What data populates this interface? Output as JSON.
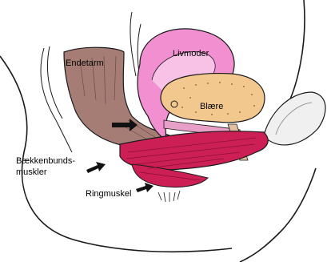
{
  "diagram": {
    "labels": {
      "rectum": "Endetarm",
      "uterus": "Livmoder",
      "bladder": "Blære",
      "pelvic_floor_line1": "Bækkenbunds-",
      "pelvic_floor_line2": "muskler",
      "sphincter": "Ringmuskel"
    },
    "colors": {
      "rectum": "#a67d74",
      "uterus": "#f28fd0",
      "uterus_inner": "#f7c2e6",
      "bladder": "#f2c88f",
      "pelvic_floor_muscle": "#cc1f55",
      "pubic_bone": "#f0f0f0",
      "outline": "#1a1a1a"
    }
  }
}
